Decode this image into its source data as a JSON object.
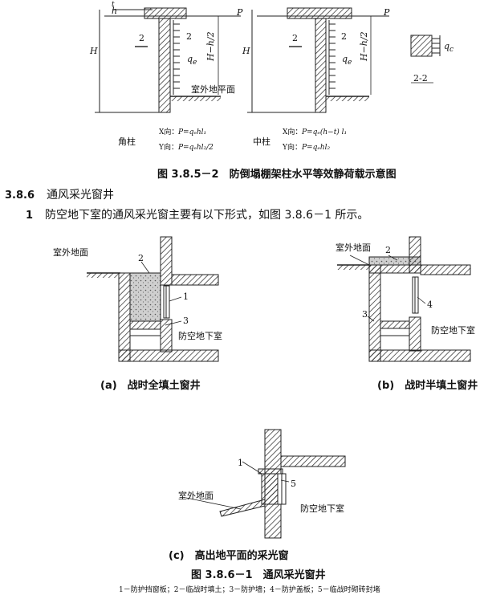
{
  "fig_top": {
    "label_h": "h",
    "label_t": "t",
    "label_P": "P",
    "label_H": "H",
    "label_2": "2",
    "label_qe": "q",
    "label_qe_sub": "e",
    "label_Hh2": "H−h/2",
    "label_ground": "室外地平面",
    "label_22": "2-2",
    "label_qc": "q",
    "label_qc_sub": "c",
    "corner_name": "角柱",
    "middle_name": "中柱",
    "corner_x": "X向：",
    "corner_x_formula": "P=qₑhl₁",
    "corner_y": "Y向：",
    "corner_y_formula": "P=qₑhl₂/2",
    "middle_x": "X向：",
    "middle_x_formula": "P=qₑ(h−t) l₁",
    "middle_y": "Y向：",
    "middle_y_formula": "P=qₑhl₂",
    "caption": "图 3.8.5－2　防倒塌棚架柱水平等效静荷载示意图"
  },
  "section": {
    "number": "3.8.6",
    "title": "通风采光窗井",
    "item_num": "1",
    "item_text": "防空地下室的通风采光窗主要有以下形式，如图 3.8.6－1 所示。"
  },
  "fig_a": {
    "ground": "室外地面",
    "n1": "1",
    "n2": "2",
    "n3": "3",
    "basement": "防空地下室",
    "caption": "(a)　战时全填土窗井"
  },
  "fig_b": {
    "ground": "室外地面",
    "n2": "2",
    "n3": "3",
    "n4": "4",
    "basement": "防空地下室",
    "caption": "(b)　战时半填土窗井"
  },
  "fig_c": {
    "ground": "室外地面",
    "n1": "1",
    "n5": "5",
    "basement": "防空地下室",
    "caption": "(c)　高出地平面的采光窗"
  },
  "fig_caption": "图 3.8.6－1　通风采光窗井",
  "legend": "1－防护挡窗板；2－临战时填土；3－防护墙；4－防护盖板；5－临战时砌砖封堵"
}
